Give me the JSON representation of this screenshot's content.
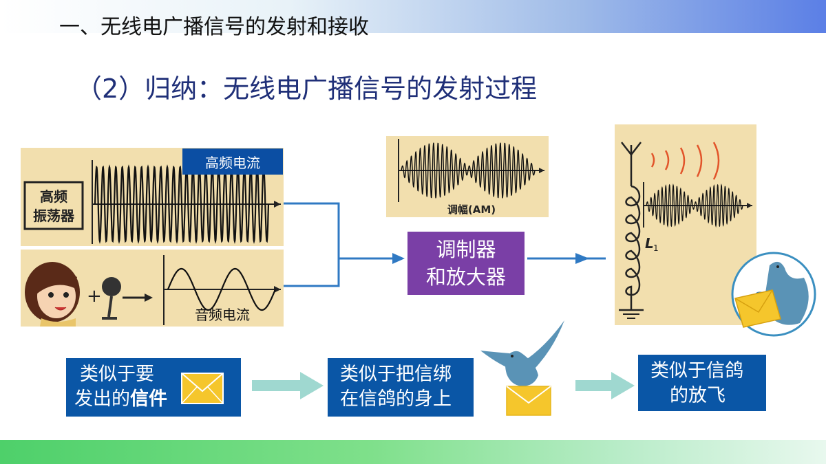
{
  "header": {
    "title": "一、无线电广播信号的发射和接收"
  },
  "subtitle": "（2）归纳：无线电广播信号的发射过程",
  "panels": {
    "oscillator_label_line1": "高频",
    "oscillator_label_line2": "振荡器",
    "high_freq_label": "高频电流",
    "audio_freq_label": "音频电流",
    "am_caption": "调幅(AM)",
    "modulator_line1": "调制器",
    "modulator_line2": "和放大器",
    "inductor_label": "L",
    "inductor_subscript": "1"
  },
  "analogies": {
    "box1_line1": "类似于要",
    "box1_line2_prefix": "发出的",
    "box1_line2_bold": "信件",
    "box2_line1": "类似于把信绑",
    "box2_line2": "在信鸽的身上",
    "box3_line1": "类似于信鸽",
    "box3_line2": "的放飞"
  },
  "colors": {
    "navy_text": "#1f2f78",
    "blue_box": "#0a56a6",
    "purple_box": "#7a3fa6",
    "arrow_blue": "#2f79c3",
    "arrow_teal": "#9fd8d0",
    "envelope": "#f5c62c",
    "pigeon": "#5a93b6"
  }
}
